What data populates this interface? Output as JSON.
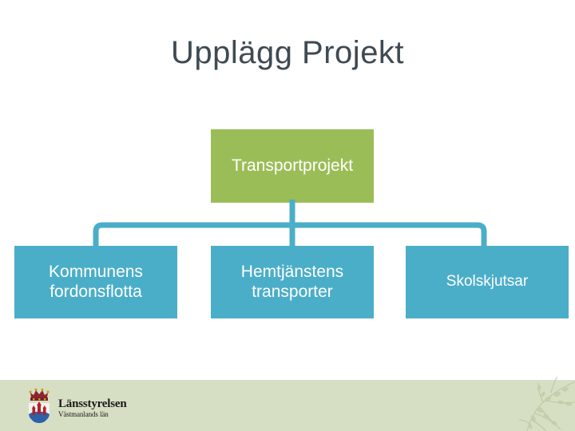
{
  "slide": {
    "title": "Upplägg Projekt",
    "background_color": "#FFFFFF",
    "title_color": "#3F4A52"
  },
  "diagram": {
    "type": "hierarchy",
    "orientation": "top-down",
    "root": {
      "label": "Transportprojekt",
      "fill_color": "#9BBD58",
      "text_color": "#FFFFFF"
    },
    "connector_color": "#4BAEC8",
    "children": [
      {
        "label": "Kommunens fordonsflotta",
        "line1": "Kommunens",
        "line2": "fordonsflotta",
        "fill_color": "#4BAEC8",
        "text_color": "#FFFFFF"
      },
      {
        "label": "Hemtjänstens transporter",
        "line1": "Hemtjänstens",
        "line2": "transporter",
        "fill_color": "#4BAEC8",
        "text_color": "#FFFFFF"
      },
      {
        "label": "Skolskjutsar",
        "line1": "Skolskjutsar",
        "line2": "",
        "fill_color": "#4BAEC8",
        "text_color": "#FFFFFF"
      }
    ]
  },
  "footer": {
    "band_color": "#D6DFC4",
    "logo": {
      "emblem": "coat-of-arms-crown-shield",
      "name": "Länsstyrelsen",
      "subtitle": "Västmanlands län"
    },
    "ornament": "botanical-branch-watermark"
  }
}
